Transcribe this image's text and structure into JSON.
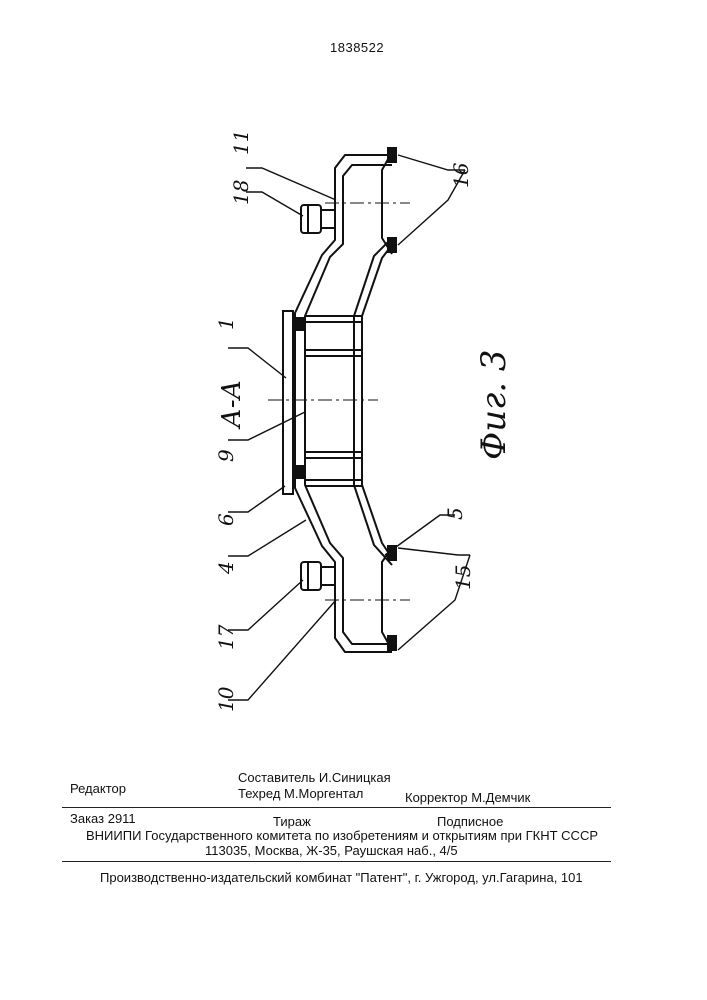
{
  "document": {
    "patent_number": "1838522",
    "figure": {
      "section_label": "А-А",
      "caption": "Фиг. 3",
      "callouts": [
        "1",
        "9",
        "6",
        "4",
        "17",
        "10",
        "11",
        "18",
        "16",
        "5",
        "15"
      ]
    },
    "imprint": {
      "editor_label": "Редактор",
      "compiler": "Составитель И.Синицкая",
      "techred": "Техред М.Моргентал",
      "corrector": "Корректор  М.Демчик",
      "order": "Заказ 2911",
      "circulation": "Тираж",
      "subscription": "Подписное",
      "institute": "ВНИИПИ Государственного комитета по изобретениям и открытиям при ГКНТ СССР",
      "address": "113035, Москва, Ж-35, Раушская наб., 4/5",
      "printer": "Производственно-издательский комбинат \"Патент\", г. Ужгород, ул.Гагарина, 101"
    },
    "colors": {
      "ink": "#111111",
      "paper": "#ffffff"
    }
  }
}
